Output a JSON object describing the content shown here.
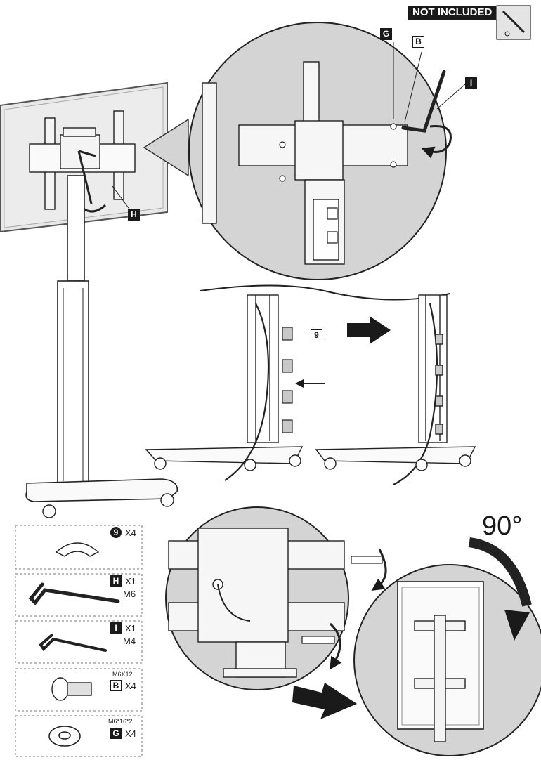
{
  "header": {
    "not_included": "NOT INCLUDED",
    "screwdriver_icon": "phillips-screwdriver-icon"
  },
  "labels": {
    "g": "G",
    "b": "B",
    "i": "I",
    "h": "H",
    "nine": "9",
    "angle": "90°"
  },
  "parts": [
    {
      "tag": "9",
      "qty": "X4",
      "size": ""
    },
    {
      "tag": "H",
      "qty": "X1",
      "size": "M6"
    },
    {
      "tag": "I",
      "qty": "X1",
      "size": "M4"
    },
    {
      "tag": "B",
      "qty": "X4",
      "size": "M6X12"
    },
    {
      "tag": "G",
      "qty": "X4",
      "size": "M6*16*2"
    }
  ],
  "colors": {
    "ink": "#1a1a1a",
    "gray": "#d4d4d4",
    "screen": "#ececec"
  }
}
